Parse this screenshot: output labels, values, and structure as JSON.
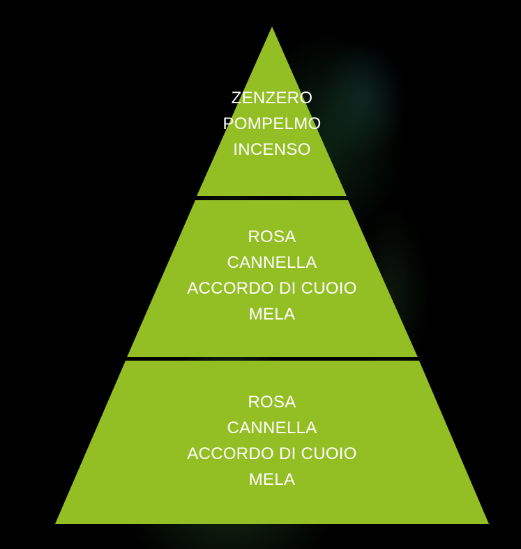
{
  "colors": {
    "tier_fill": "#93BE24",
    "separator": "#0d0d0d",
    "text": "#ffffff",
    "background": "#000000"
  },
  "pyramid": {
    "top": {
      "notes": [
        "ZENZERO",
        "POMPELMO",
        "INCENSO"
      ]
    },
    "middle": {
      "notes": [
        "ROSA",
        "CANNELLA",
        "ACCORDO DI CUOIO",
        "MELA"
      ]
    },
    "base": {
      "notes": [
        "ROSA",
        "CANNELLA",
        "ACCORDO DI CUOIO",
        "MELA"
      ]
    }
  }
}
